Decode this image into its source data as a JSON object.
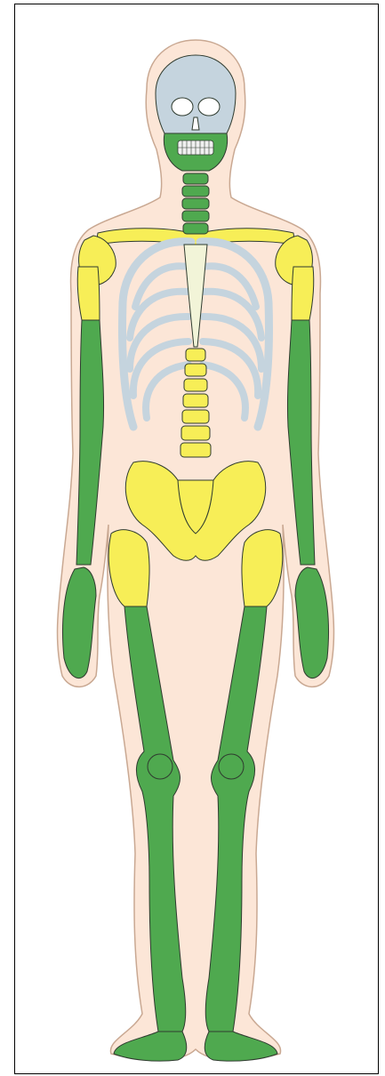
{
  "colors": {
    "frame": "#000000",
    "background": "#ffffff",
    "skin": "#fce6d7",
    "skin_outline": "#c9a892",
    "green": "#4fa94f",
    "yellow": "#f7ee57",
    "blue_grey": "#c5d4de",
    "cream": "#f2f4d8",
    "outline": "#2f3b2f"
  },
  "regions": {
    "green": [
      "mandible",
      "cervical-spine",
      "forearms",
      "hands",
      "lower-legs",
      "thighs-distal",
      "feet"
    ],
    "yellow": [
      "clavicles",
      "shoulders",
      "upper-arms",
      "thoracic-spine",
      "lumbar-spine",
      "pelvis",
      "hips"
    ],
    "blue_grey": [
      "skull",
      "ribs"
    ],
    "cream": [
      "sternum"
    ]
  }
}
